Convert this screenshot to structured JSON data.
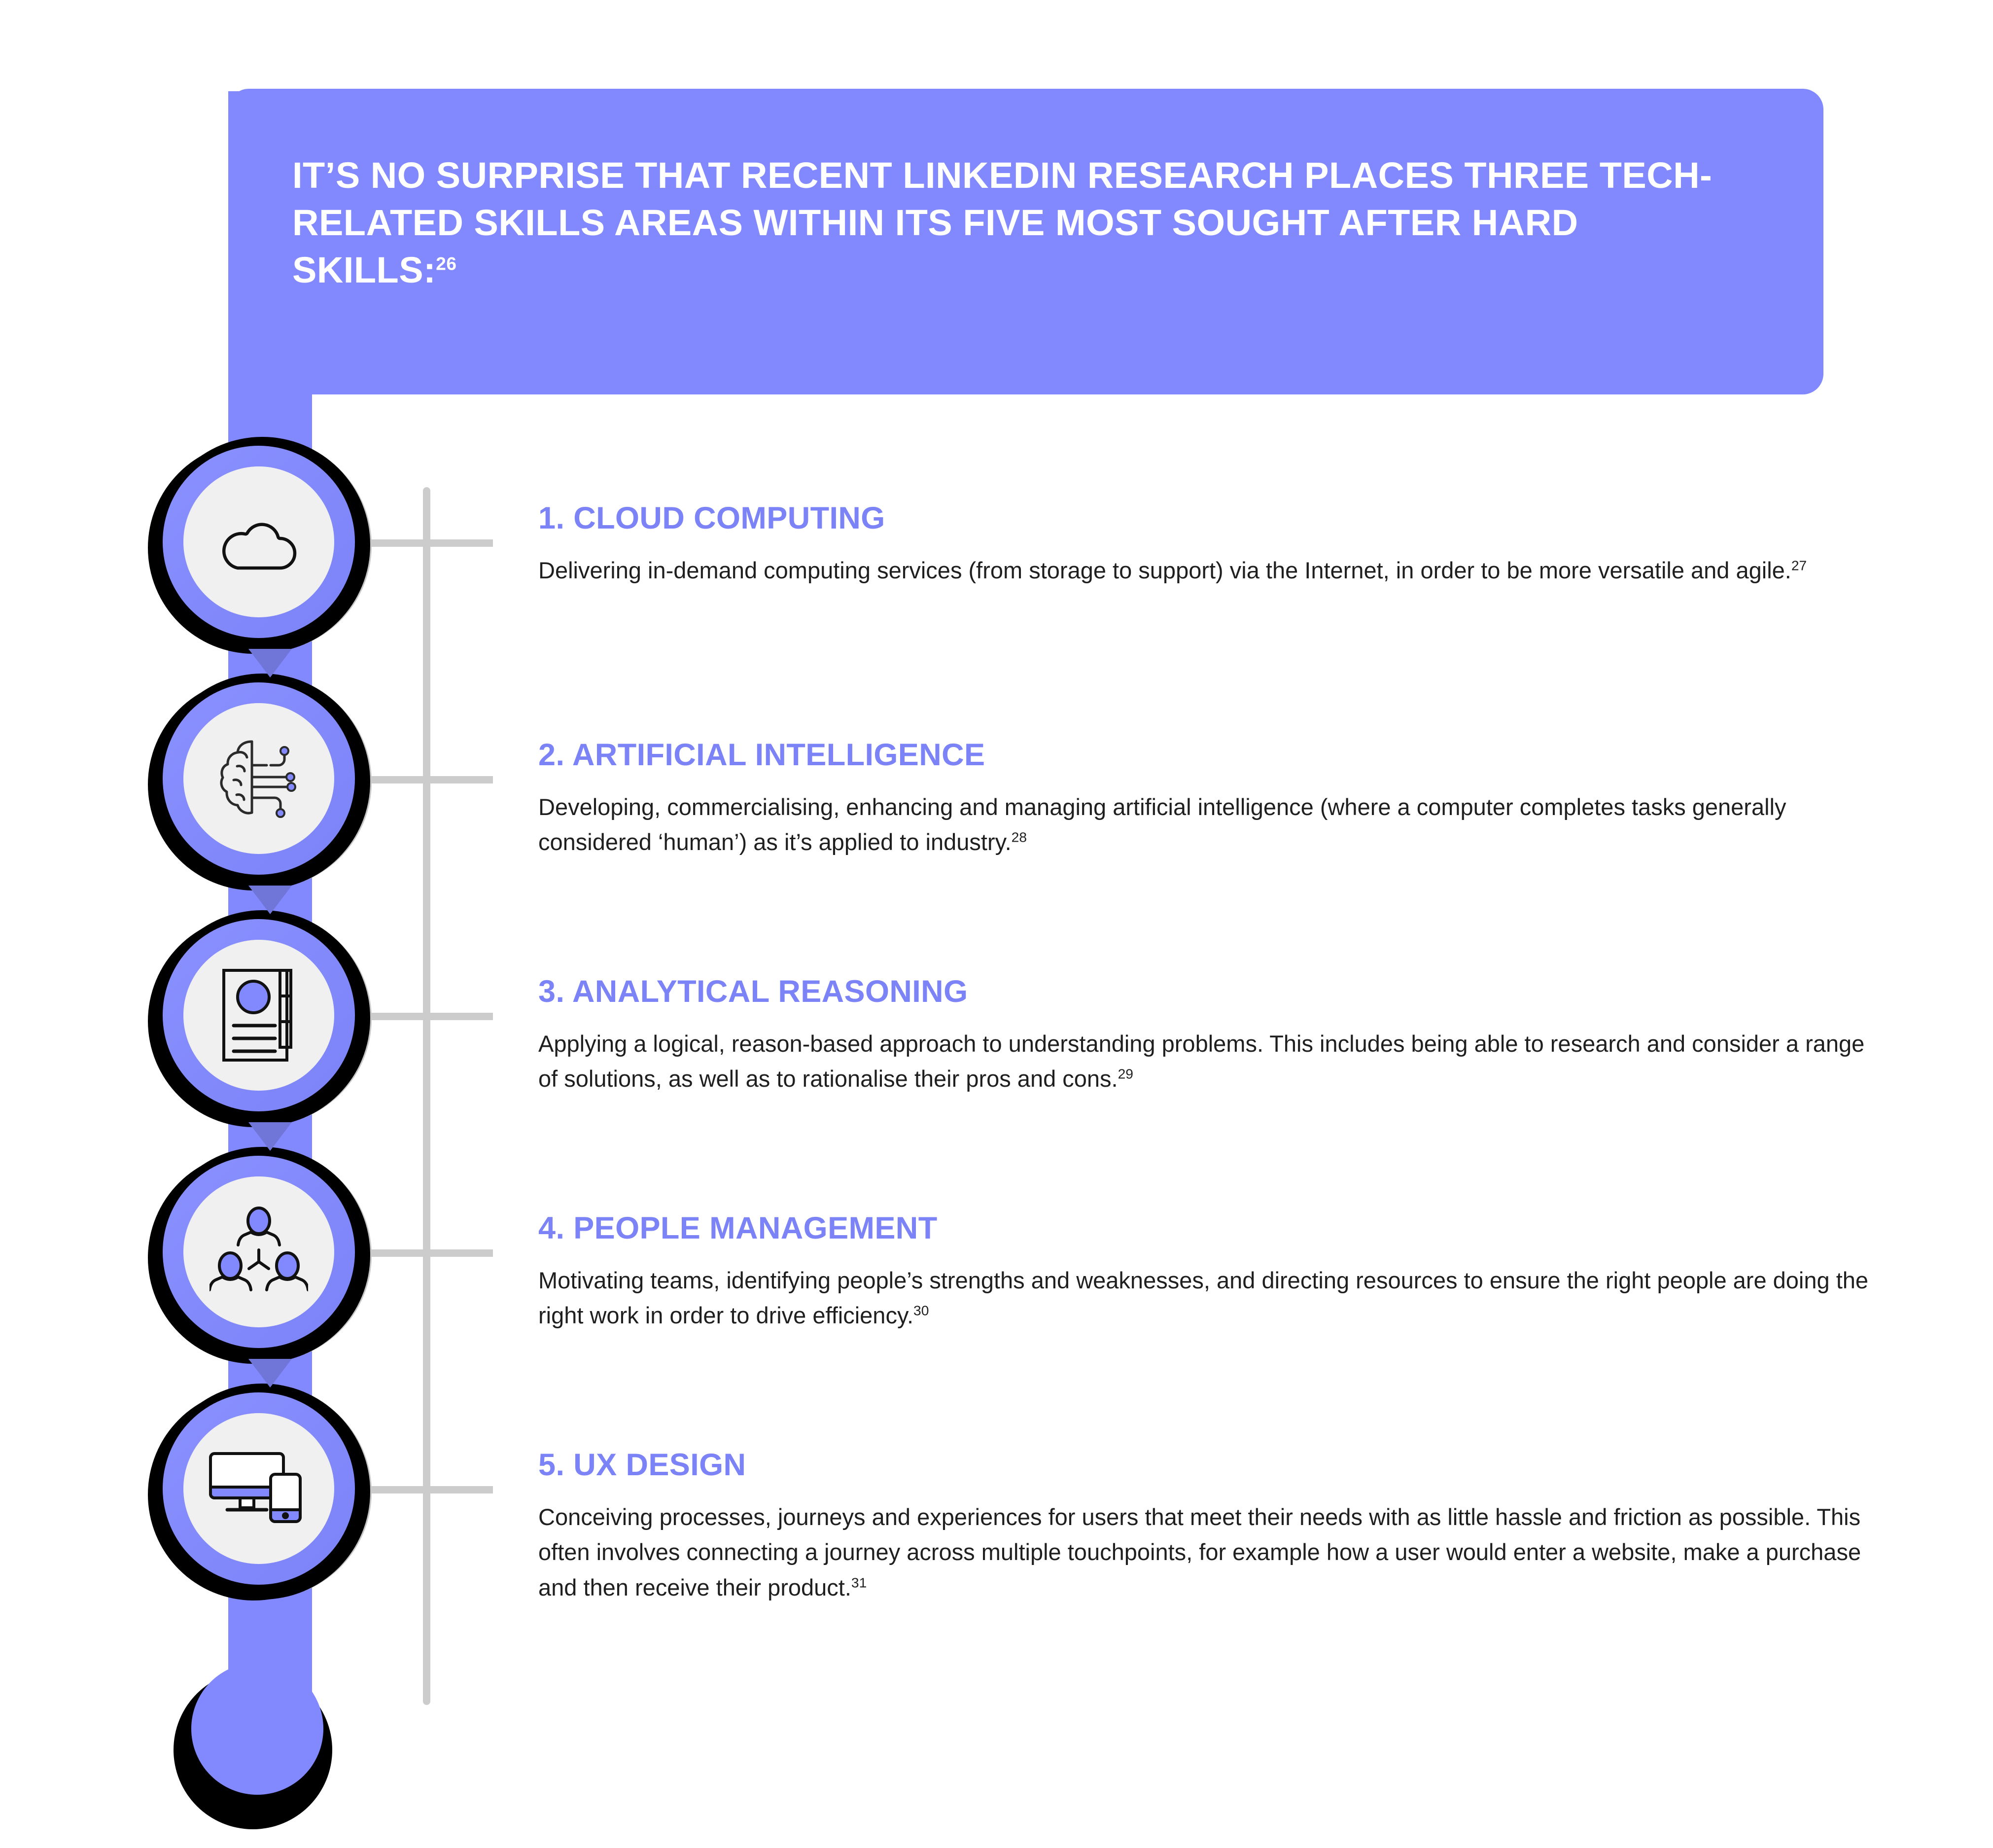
{
  "header": {
    "title": "IT’S NO SURPRISE THAT RECENT LINKEDIN RESEARCH PLACES THREE TECH-RELATED SKILLS AREAS WITHIN ITS FIVE MOST SOUGHT AFTER HARD SKILLS:",
    "footnote": "26"
  },
  "colors": {
    "accent_purple": "#8289ff",
    "title_purple": "#7b83f7",
    "body_text": "#1f1f1f",
    "rail_grey": "#cccccc",
    "disc_grey": "#f0f0f0",
    "shadow_black": "#000000",
    "triangle_purple": "#6f76d8"
  },
  "items": [
    {
      "icon": "cloud-icon",
      "title": "1. CLOUD COMPUTING",
      "desc": "Delivering in-demand computing services (from storage to support) via the Internet, in order to be more versatile and agile.",
      "footnote": "27"
    },
    {
      "icon": "brain-circuit-icon",
      "title": "2. ARTIFICIAL INTELLIGENCE",
      "desc": "Developing, commercialising, enhancing and managing artificial intelligence (where a computer completes tasks generally considered ‘human’) as it’s applied to industry.",
      "footnote": "28"
    },
    {
      "icon": "document-report-icon",
      "title": "3. ANALYTICAL REASONING",
      "desc": "Applying a logical, reason-based approach to understanding problems. This includes being able to research and consider a range of solutions, as well as to rationalise their pros and cons.",
      "footnote": "29"
    },
    {
      "icon": "people-network-icon",
      "title": "4. PEOPLE MANAGEMENT",
      "desc": "Motivating teams, identifying people’s strengths and weaknesses, and directing resources to ensure the right people are doing the right work in order to drive efficiency.",
      "footnote": "30"
    },
    {
      "icon": "devices-responsive-icon",
      "title": "5. UX DESIGN",
      "desc": "Conceiving processes, journeys and experiences for users that meet their needs with as little hassle and friction as possible. This often involves connecting a journey across multiple touchpoints, for example how a user would enter a website, make a purchase and then receive their product.",
      "footnote": "31"
    }
  ]
}
